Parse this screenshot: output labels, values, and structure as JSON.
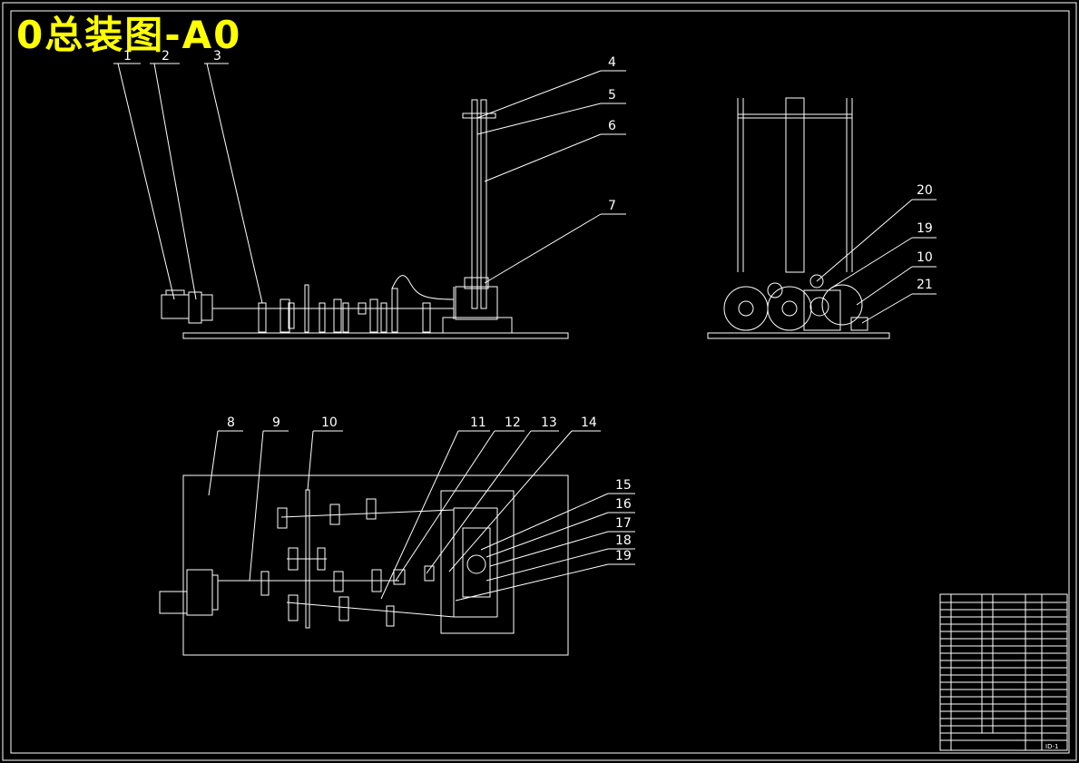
{
  "title": "0总装图-A0",
  "part_labels": [
    "1",
    "2",
    "3",
    "4",
    "5",
    "6",
    "7",
    "20",
    "19",
    "10",
    "21",
    "8",
    "9",
    "10",
    "11",
    "12",
    "13",
    "14",
    "15",
    "16",
    "17",
    "18",
    "19"
  ],
  "title_block": {
    "drawing_no": "ID-1"
  },
  "colors": {
    "background": "#000000",
    "lines": "#ffffff",
    "title": "#ffff00"
  }
}
